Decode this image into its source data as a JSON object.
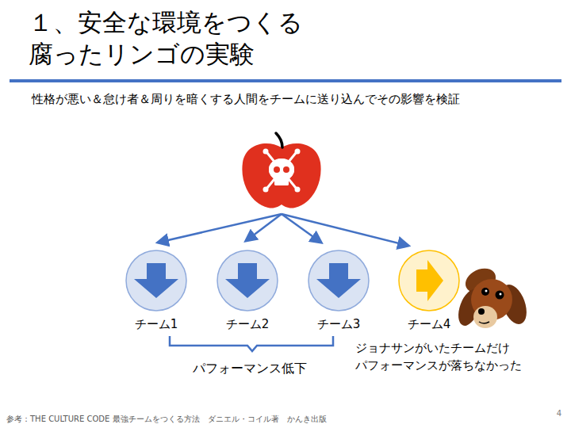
{
  "diagram": {
    "title": "１、安全な環境をつくる 腐ったリンゴの実験",
    "nodes": [
      {
        "text": [
          "チーム1"
        ]
      },
      {
        "text": [
          "チーム2"
        ]
      },
      {
        "text": [
          "チーム3"
        ]
      },
      {
        "text": [
          "チーム4"
        ]
      }
    ],
    "labels": [
      "性格が悪い＆怠け者＆周りを暗くする人間をチームに送り込んでその影響を検証",
      "パフォーマンス低下",
      "ジョナサンがいたチームだけ パフォーマンスが落ちなかった",
      "4",
      "参考：THE CULTURE CODE 最強チームをつくる方法　ダニエル・コイル著　かんき出版"
    ]
  }
}
